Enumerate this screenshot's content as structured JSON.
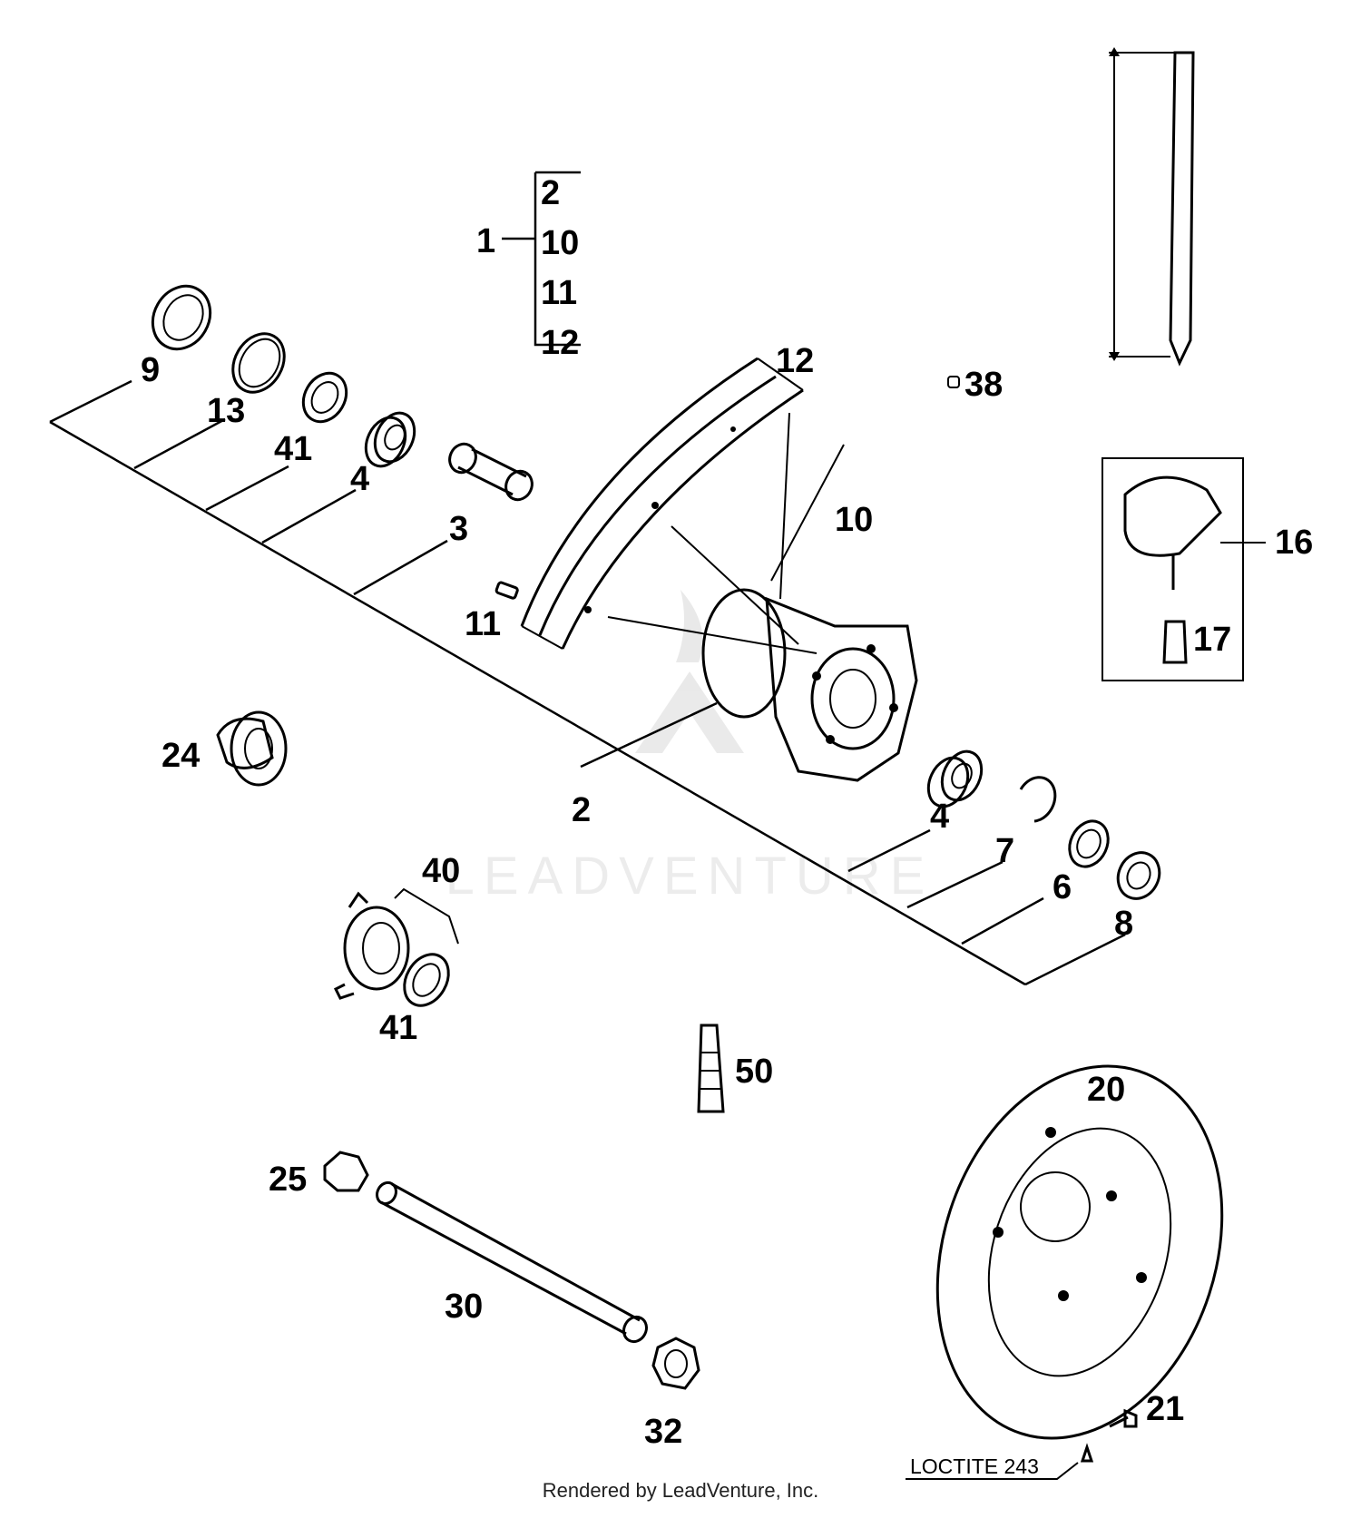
{
  "group_bracket": {
    "parent": "1",
    "children": [
      "2",
      "10",
      "11",
      "12"
    ]
  },
  "callouts": [
    {
      "id": "c12",
      "label": "12"
    },
    {
      "id": "c38",
      "label": "38"
    },
    {
      "id": "c9",
      "label": "9"
    },
    {
      "id": "c13",
      "label": "13"
    },
    {
      "id": "c41a",
      "label": "41"
    },
    {
      "id": "c4a",
      "label": "4"
    },
    {
      "id": "c3",
      "label": "3"
    },
    {
      "id": "c10",
      "label": "10"
    },
    {
      "id": "c16",
      "label": "16"
    },
    {
      "id": "c11",
      "label": "11"
    },
    {
      "id": "c17",
      "label": "17"
    },
    {
      "id": "c24",
      "label": "24"
    },
    {
      "id": "c2",
      "label": "2"
    },
    {
      "id": "c4b",
      "label": "4"
    },
    {
      "id": "c7",
      "label": "7"
    },
    {
      "id": "c6",
      "label": "6"
    },
    {
      "id": "c8",
      "label": "8"
    },
    {
      "id": "c40",
      "label": "40"
    },
    {
      "id": "c41b",
      "label": "41"
    },
    {
      "id": "c50",
      "label": "50"
    },
    {
      "id": "c20",
      "label": "20"
    },
    {
      "id": "c25",
      "label": "25"
    },
    {
      "id": "c30",
      "label": "30"
    },
    {
      "id": "c32",
      "label": "32"
    },
    {
      "id": "c21",
      "label": "21"
    }
  ],
  "note": "LOCTITE 243",
  "watermark": "LEADVENTURE",
  "footer": "Rendered by LeadVenture, Inc."
}
